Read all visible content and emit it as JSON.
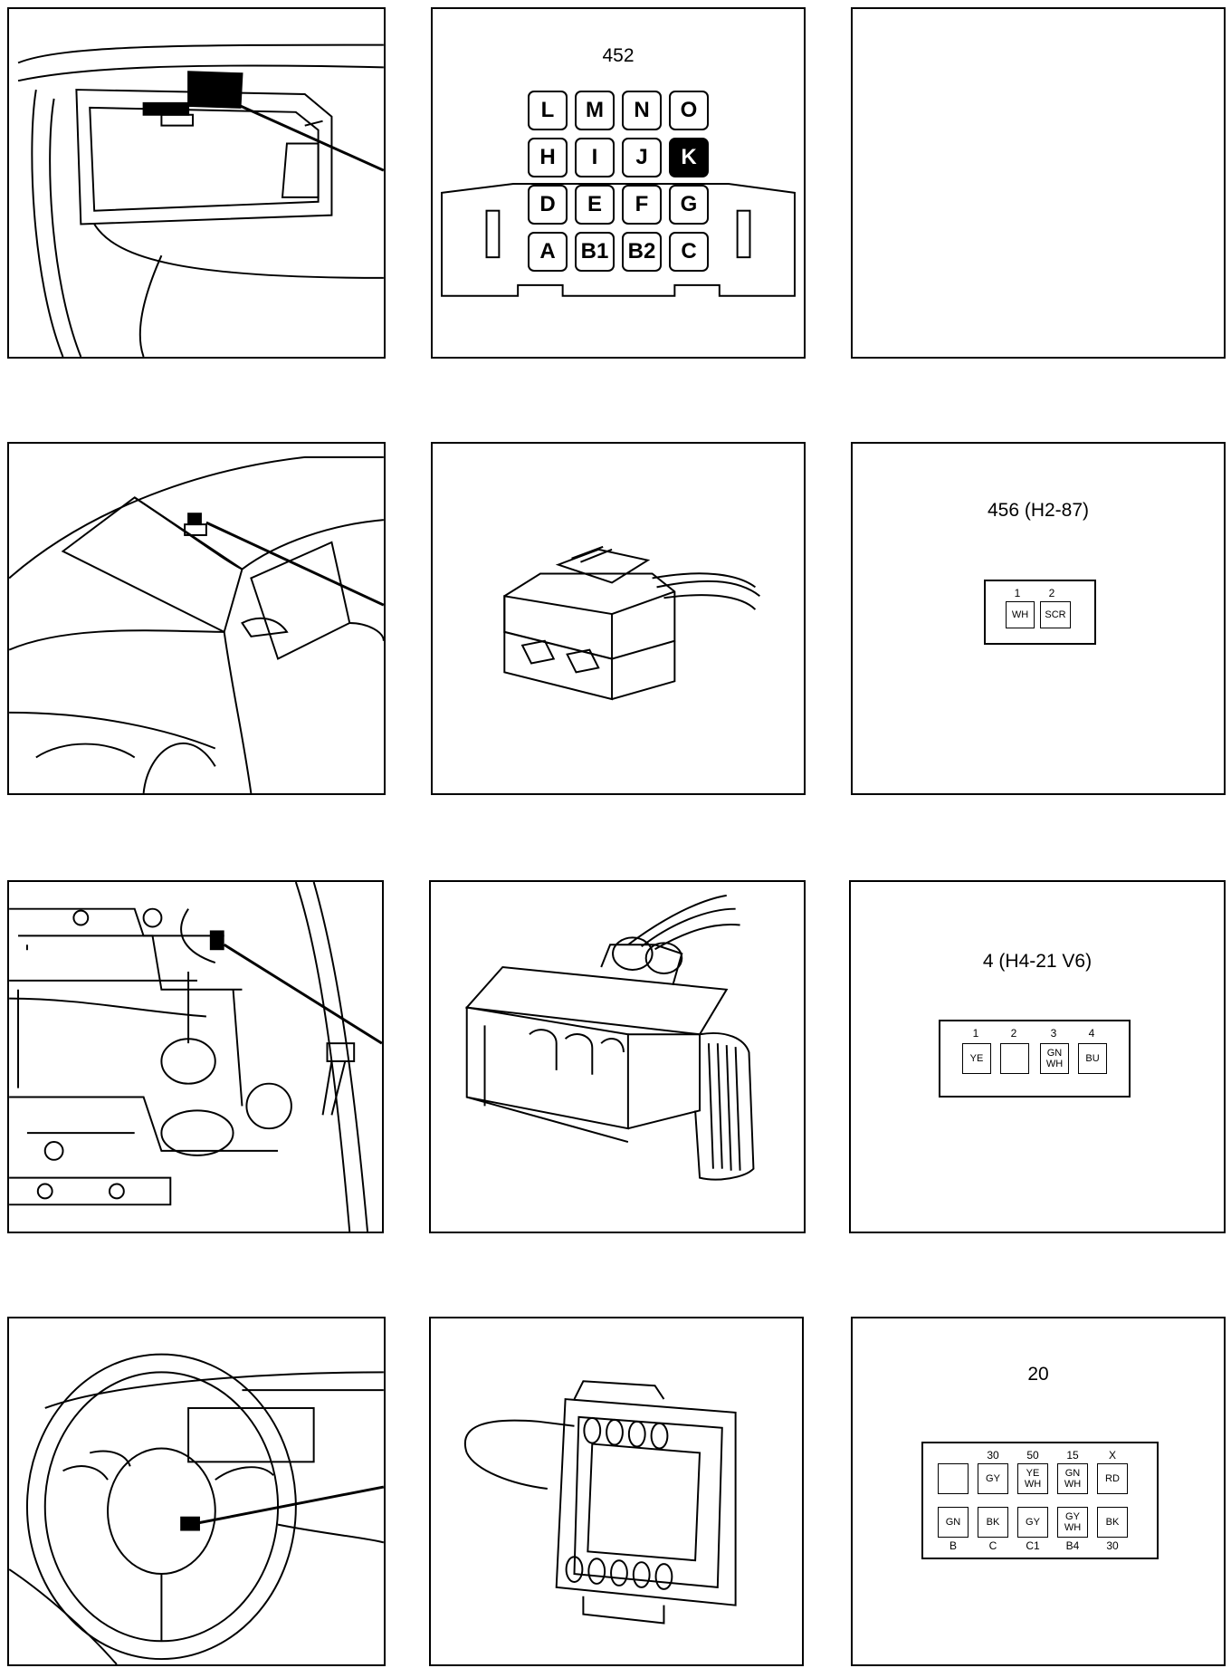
{
  "rows": [
    {
      "location_icon": "dashboard-interior-icon",
      "connector_icon": "connector-452-face-icon",
      "connector": {
        "title": "452",
        "pins": [
          [
            "L",
            "M",
            "N",
            "O"
          ],
          [
            "H",
            "I",
            "J",
            "K"
          ],
          [
            "D",
            "E",
            "F",
            "G"
          ],
          [
            "A",
            "B1",
            "B2",
            "C"
          ]
        ],
        "highlighted": "K"
      },
      "pinout": null
    },
    {
      "location_icon": "car-roof-windshield-icon",
      "connector_icon": "two-pin-connector-icon",
      "pinout": {
        "title": "456 (H2-87)",
        "top_numbers": [
          "1",
          "2"
        ],
        "pins": [
          [
            "WH"
          ],
          [
            "SCR"
          ]
        ]
      }
    },
    {
      "location_icon": "engine-bay-icon",
      "connector_icon": "four-pin-connector-icon",
      "pinout": {
        "title": "4 (H4-21 V6)",
        "top_numbers": [
          "1",
          "2",
          "3",
          "4"
        ],
        "pins": [
          [
            "YE"
          ],
          [],
          [
            "GN",
            "WH"
          ],
          [
            "BU"
          ]
        ]
      }
    },
    {
      "location_icon": "steering-wheel-icon",
      "connector_icon": "ten-pin-connector-icon",
      "pinout": {
        "title": "20",
        "top_numbers": [
          "",
          "30",
          "50",
          "15",
          "X"
        ],
        "top_pins": [
          [],
          [
            "GY"
          ],
          [
            "YE",
            "WH"
          ],
          [
            "GN",
            "WH"
          ],
          [
            "RD"
          ]
        ],
        "bottom_pins": [
          [
            "GN"
          ],
          [
            "BK"
          ],
          [
            "GY"
          ],
          [
            "GY",
            "WH"
          ],
          [
            "BK"
          ]
        ],
        "bottom_numbers": [
          "B",
          "C",
          "C1",
          "B4",
          "30"
        ]
      }
    }
  ]
}
